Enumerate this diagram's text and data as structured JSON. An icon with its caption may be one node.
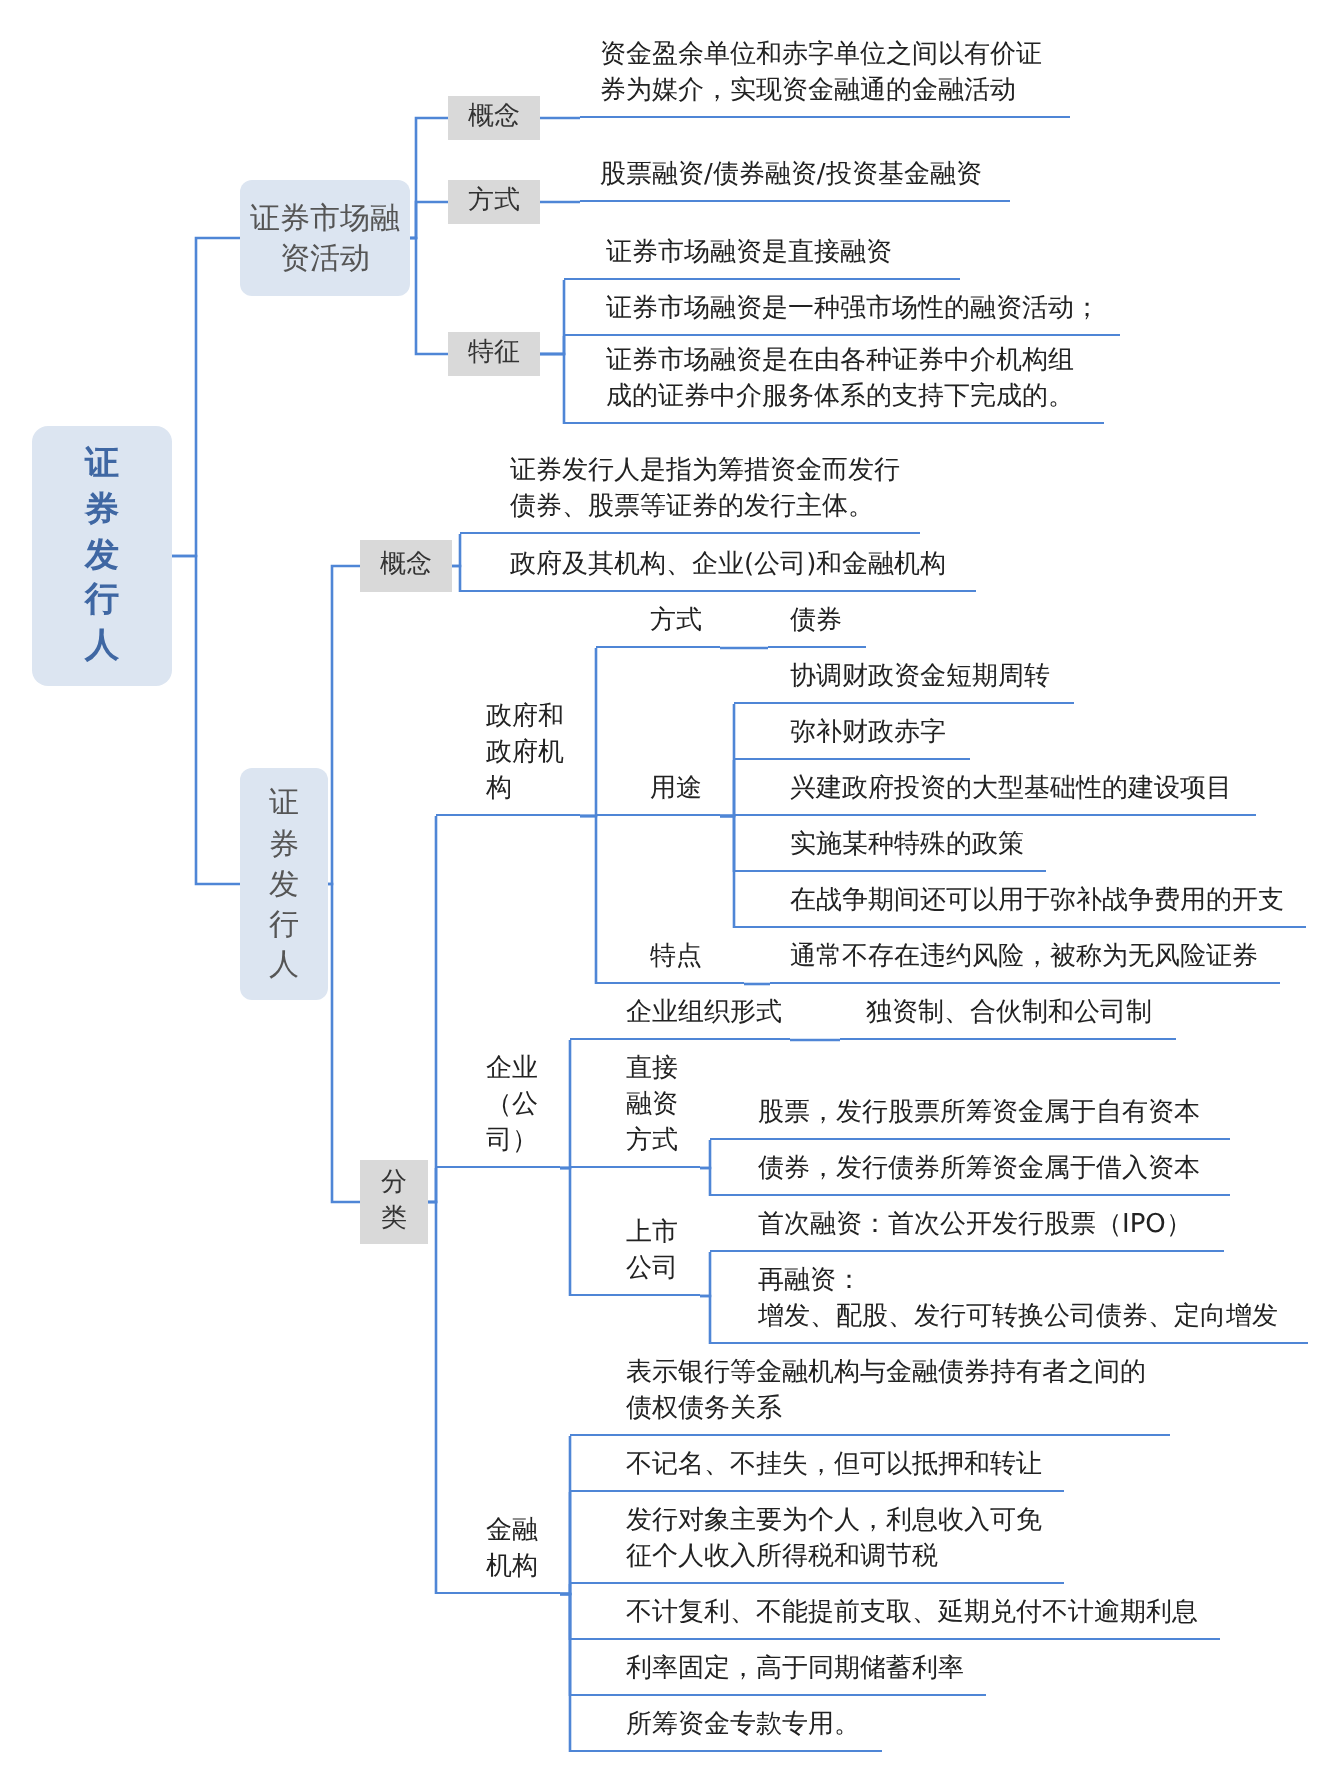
{
  "diagram": {
    "nodes": [
      {
        "text": [
          "证券发行人"
        ]
      },
      {
        "text": [
          "证券市场融资活动"
        ]
      },
      {
        "text": [
          "概念"
        ]
      },
      {
        "text": [
          "资金盈余单位和赤字单位之间以有价证券为媒介，实现资金融通的金融活动"
        ]
      },
      {
        "text": [
          "方式"
        ]
      },
      {
        "text": [
          "股票融资/债券融资/投资基金融资"
        ]
      },
      {
        "text": [
          "特征"
        ]
      },
      {
        "text": [
          "证券市场融资是直接融资"
        ]
      },
      {
        "text": [
          "证券市场融资是一种强市场性的融资活动；"
        ]
      },
      {
        "text": [
          "证券市场融资是在由各种证券中介机构组成的证券中介服务体系的支持下完成的。"
        ]
      },
      {
        "text": [
          "证券发行人"
        ]
      },
      {
        "text": [
          "概念"
        ]
      },
      {
        "text": [
          "证券发行人是指为筹措资金而发行债券、股票等证券的发行主体。"
        ]
      },
      {
        "text": [
          "政府及其机构、企业(公司)和金融机构"
        ]
      },
      {
        "text": [
          "分类"
        ]
      },
      {
        "text": [
          "政府和政府机构"
        ]
      },
      {
        "text": [
          "方式"
        ]
      },
      {
        "text": [
          "债券"
        ]
      },
      {
        "text": [
          "用途"
        ]
      },
      {
        "text": [
          "协调财政资金短期周转"
        ]
      },
      {
        "text": [
          "弥补财政赤字"
        ]
      },
      {
        "text": [
          "兴建政府投资的大型基础性的建设项目"
        ]
      },
      {
        "text": [
          "实施某种特殊的政策"
        ]
      },
      {
        "text": [
          "在战争期间还可以用于弥补战争费用的开支"
        ]
      },
      {
        "text": [
          "特点"
        ]
      },
      {
        "text": [
          "通常不存在违约风险，被称为无风险证券"
        ]
      },
      {
        "text": [
          "企业（公司）"
        ]
      },
      {
        "text": [
          "企业组织形式"
        ]
      },
      {
        "text": [
          "独资制、合伙制和公司制"
        ]
      },
      {
        "text": [
          "直接融资方式"
        ]
      },
      {
        "text": [
          "股票，发行股票所筹资金属于自有资本"
        ]
      },
      {
        "text": [
          "债券，发行债券所筹资金属于借入资本"
        ]
      },
      {
        "text": [
          "上市公司"
        ]
      },
      {
        "text": [
          "首次融资：首次公开发行股票（IPO）"
        ]
      },
      {
        "text": [
          "再融资：",
          "增发、配股、发行可转换公司债券、定向增发"
        ]
      },
      {
        "text": [
          "金融机构"
        ]
      },
      {
        "text": [
          "表示银行等金融机构与金融债券持有者之间的债权债务关系"
        ]
      },
      {
        "text": [
          "不记名、不挂失，但可以抵押和转让"
        ]
      },
      {
        "text": [
          "发行对象主要为个人，利息收入可免征个人收入所得税和调节税"
        ]
      },
      {
        "text": [
          "不计复利、不能提前支取、延期兑付不计逾期利息"
        ]
      },
      {
        "text": [
          "利率固定，高于同期储蓄利率"
        ]
      },
      {
        "text": [
          "所筹资金专款专用。"
        ]
      }
    ],
    "edges": [
      {
        "from": 0,
        "to": 1,
        "arrow": "none"
      },
      {
        "from": 0,
        "to": 10,
        "arrow": "none"
      },
      {
        "from": 1,
        "to": 2,
        "arrow": "none"
      },
      {
        "from": 1,
        "to": 4,
        "arrow": "none"
      },
      {
        "from": 1,
        "to": 6,
        "arrow": "none"
      },
      {
        "from": 2,
        "to": 3,
        "arrow": "none"
      },
      {
        "from": 4,
        "to": 5,
        "arrow": "none"
      },
      {
        "from": 6,
        "to": 7,
        "arrow": "none"
      },
      {
        "from": 6,
        "to": 8,
        "arrow": "none"
      },
      {
        "from": 6,
        "to": 9,
        "arrow": "none"
      },
      {
        "from": 10,
        "to": 11,
        "arrow": "none"
      },
      {
        "from": 10,
        "to": 14,
        "arrow": "none"
      },
      {
        "from": 11,
        "to": 12,
        "arrow": "none"
      },
      {
        "from": 11,
        "to": 13,
        "arrow": "none"
      },
      {
        "from": 14,
        "to": 15,
        "arrow": "none"
      },
      {
        "from": 14,
        "to": 26,
        "arrow": "none"
      },
      {
        "from": 14,
        "to": 35,
        "arrow": "none"
      },
      {
        "from": 15,
        "to": 16,
        "arrow": "none"
      },
      {
        "from": 16,
        "to": 17,
        "arrow": "none"
      },
      {
        "from": 15,
        "to": 18,
        "arrow": "none"
      },
      {
        "from": 18,
        "to": 19,
        "arrow": "none"
      },
      {
        "from": 18,
        "to": 20,
        "arrow": "none"
      },
      {
        "from": 18,
        "to": 21,
        "arrow": "none"
      },
      {
        "from": 18,
        "to": 22,
        "arrow": "none"
      },
      {
        "from": 18,
        "to": 23,
        "arrow": "none"
      },
      {
        "from": 15,
        "to": 24,
        "arrow": "none"
      },
      {
        "from": 24,
        "to": 25,
        "arrow": "none"
      },
      {
        "from": 26,
        "to": 27,
        "arrow": "none"
      },
      {
        "from": 27,
        "to": 28,
        "arrow": "none"
      },
      {
        "from": 26,
        "to": 29,
        "arrow": "none"
      },
      {
        "from": 29,
        "to": 30,
        "arrow": "none"
      },
      {
        "from": 29,
        "to": 31,
        "arrow": "none"
      },
      {
        "from": 26,
        "to": 32,
        "arrow": "none"
      },
      {
        "from": 32,
        "to": 33,
        "arrow": "none"
      },
      {
        "from": 32,
        "to": 34,
        "arrow": "none"
      },
      {
        "from": 35,
        "to": 36,
        "arrow": "none"
      },
      {
        "from": 35,
        "to": 37,
        "arrow": "none"
      },
      {
        "from": 35,
        "to": 38,
        "arrow": "none"
      },
      {
        "from": 35,
        "to": 39,
        "arrow": "none"
      },
      {
        "from": 35,
        "to": 40,
        "arrow": "none"
      },
      {
        "from": 35,
        "to": 41,
        "arrow": "none"
      }
    ]
  }
}
